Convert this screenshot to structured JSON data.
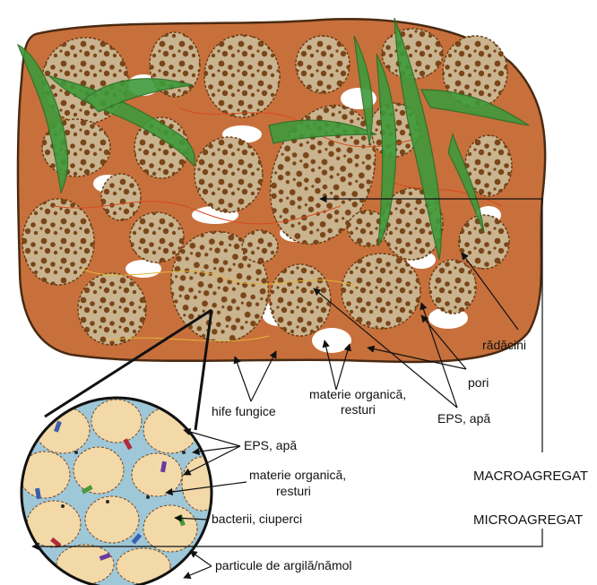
{
  "colors": {
    "soil": "#c8703c",
    "soil_edge": "#4a2a12",
    "aggregate": "#c9b48f",
    "spots": "#7a4518",
    "roots": "#3f9a3a",
    "root_edge": "#2a6e26",
    "micro_bg": "#f3d9a8",
    "micro_fill": "#9ec7d8"
  },
  "labels": {
    "radacini": "rădăcini",
    "pori": "pori",
    "materie_organica_1": "materie organică,",
    "resturi_1": "resturi",
    "eps_apa_1": "EPS, apă",
    "hife_fungice": "hife fungice",
    "eps_apa_2": "EPS, apă",
    "materie_organica_2": "materie organică,",
    "resturi_2": "resturi",
    "bacterii": "bacterii, ciuperci",
    "particule": "particule de argilă/nămol",
    "macroagregat": "MACROAGREGAT",
    "microagregat": "MICROAGREGAT"
  }
}
